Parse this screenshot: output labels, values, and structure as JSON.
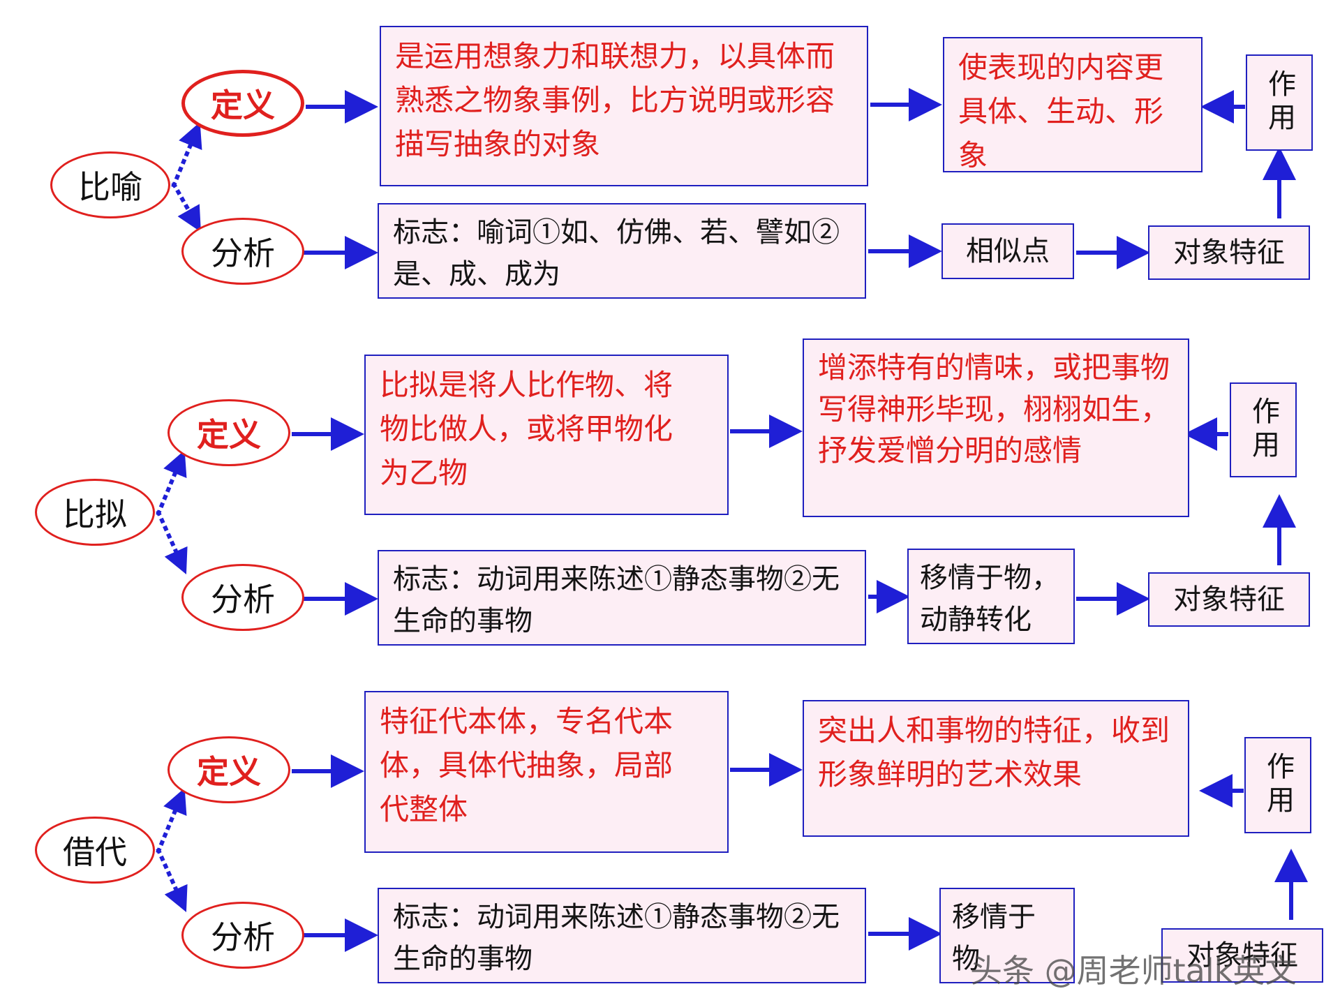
{
  "sections": [
    {
      "name": "比喻",
      "definition_label": "定义",
      "analysis_label": "分析",
      "definition_text": "是运用想象力和联想力，以具体而熟悉之物象事例，比方说明或形容描写抽象的对象",
      "effect_text": "使表现的内容更具体、生动、形象",
      "effect_label": "作用",
      "analysis_text": "标志：喻词①如、仿佛、若、譬如②是、成、成为",
      "link_text": "相似点",
      "feature_text": "对象特征"
    },
    {
      "name": "比拟",
      "definition_label": "定义",
      "analysis_label": "分析",
      "definition_text": "比拟是将人比作物、将物比做人，或将甲物化为乙物",
      "effect_text": "增添特有的情味，或把事物写得神形毕现，栩栩如生，抒发爱憎分明的感情",
      "effect_label": "作用",
      "analysis_text": "标志：动词用来陈述①静态事物②无生命的事物",
      "link_text": "移情于物，动静转化",
      "feature_text": "对象特征"
    },
    {
      "name": "借代",
      "definition_label": "定义",
      "analysis_label": "分析",
      "definition_text": "特征代本体，专名代本体，具体代抽象，局部代整体",
      "effect_text": "突出人和事物的特征，收到形象鲜明的艺术效果",
      "effect_label": "作用",
      "analysis_text": "标志：动词用来陈述①静态事物②无生命的事物",
      "link_text": "移情于物",
      "feature_text": "对象特征"
    }
  ],
  "watermark": "头条 @周老师talk英文",
  "colors": {
    "red": "#e0201e",
    "blue": "#1f1fd6",
    "box_fill": "#fdeef5",
    "box_border": "#1f1fbf"
  }
}
